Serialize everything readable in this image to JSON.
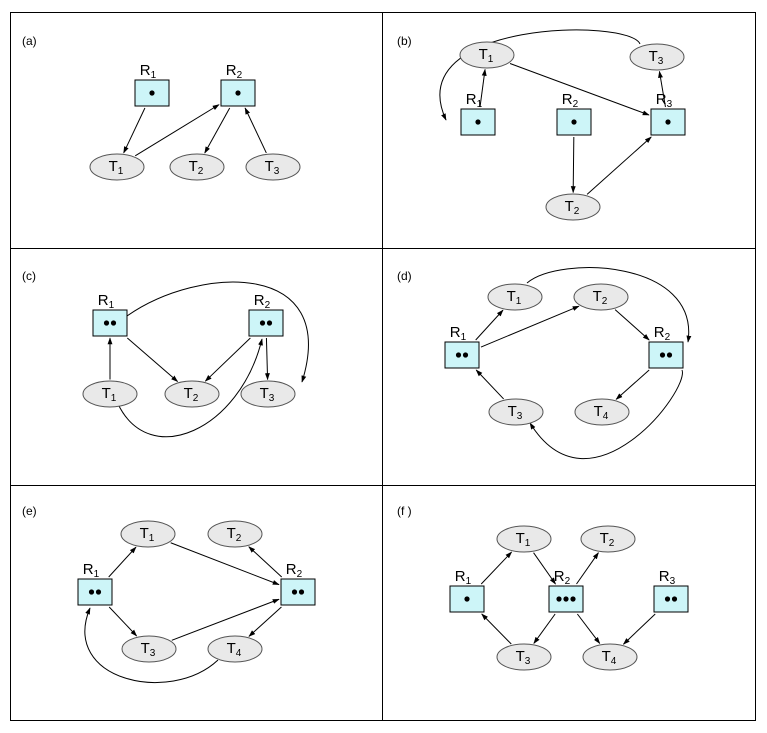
{
  "panels": [
    {
      "label": "(a)"
    },
    {
      "label": "(b)"
    },
    {
      "label": "(c)"
    },
    {
      "label": "(d)"
    },
    {
      "label": "(e)"
    },
    {
      "label": "(f )"
    }
  ],
  "nodes": {
    "a_R1": {
      "base": "R",
      "sub": "1",
      "instances": 1
    },
    "a_R2": {
      "base": "R",
      "sub": "2",
      "instances": 1
    },
    "a_T1": {
      "base": "T",
      "sub": "1"
    },
    "a_T2": {
      "base": "T",
      "sub": "2"
    },
    "a_T3": {
      "base": "T",
      "sub": "3"
    },
    "b_T1": {
      "base": "T",
      "sub": "1"
    },
    "b_T3": {
      "base": "T",
      "sub": "3"
    },
    "b_R1": {
      "base": "R",
      "sub": "1",
      "instances": 1
    },
    "b_R2": {
      "base": "R",
      "sub": "2",
      "instances": 1
    },
    "b_R3": {
      "base": "R",
      "sub": "3",
      "instances": 1
    },
    "b_T2": {
      "base": "T",
      "sub": "2"
    },
    "c_R1": {
      "base": "R",
      "sub": "1",
      "instances": 2
    },
    "c_R2": {
      "base": "R",
      "sub": "2",
      "instances": 2
    },
    "c_T1": {
      "base": "T",
      "sub": "1"
    },
    "c_T2": {
      "base": "T",
      "sub": "2"
    },
    "c_T3": {
      "base": "T",
      "sub": "3"
    },
    "d_T1": {
      "base": "T",
      "sub": "1"
    },
    "d_T2": {
      "base": "T",
      "sub": "2"
    },
    "d_R1": {
      "base": "R",
      "sub": "1",
      "instances": 2
    },
    "d_R2": {
      "base": "R",
      "sub": "2",
      "instances": 2
    },
    "d_T3": {
      "base": "T",
      "sub": "3"
    },
    "d_T4": {
      "base": "T",
      "sub": "4"
    },
    "e_T1": {
      "base": "T",
      "sub": "1"
    },
    "e_T2": {
      "base": "T",
      "sub": "2"
    },
    "e_R1": {
      "base": "R",
      "sub": "1",
      "instances": 2
    },
    "e_R2": {
      "base": "R",
      "sub": "2",
      "instances": 2
    },
    "e_T3": {
      "base": "T",
      "sub": "3"
    },
    "e_T4": {
      "base": "T",
      "sub": "4"
    },
    "f_T1": {
      "base": "T",
      "sub": "1"
    },
    "f_T2": {
      "base": "T",
      "sub": "2"
    },
    "f_R1": {
      "base": "R",
      "sub": "1",
      "instances": 1
    },
    "f_R2": {
      "base": "R",
      "sub": "2",
      "instances": 3
    },
    "f_R3": {
      "base": "R",
      "sub": "3",
      "instances": 2
    },
    "f_T3": {
      "base": "T",
      "sub": "3"
    },
    "f_T4": {
      "base": "T",
      "sub": "4"
    }
  },
  "edges": [
    {
      "from": "a_R1",
      "to": "a_T1"
    },
    {
      "from": "a_T1",
      "to": "a_R2"
    },
    {
      "from": "a_R2",
      "to": "a_T2"
    },
    {
      "from": "a_T3",
      "to": "a_R2"
    },
    {
      "from": "b_T3",
      "to": "b_R1"
    },
    {
      "from": "b_R1",
      "to": "b_T1"
    },
    {
      "from": "b_T1",
      "to": "b_R3"
    },
    {
      "from": "b_R3",
      "to": "b_T3"
    },
    {
      "from": "b_R2",
      "to": "b_T2"
    },
    {
      "from": "b_T2",
      "to": "b_R3"
    },
    {
      "from": "c_T1",
      "to": "c_R1"
    },
    {
      "from": "c_R1",
      "to": "c_T2"
    },
    {
      "from": "c_R1",
      "to": "c_T3"
    },
    {
      "from": "c_R2",
      "to": "c_T2"
    },
    {
      "from": "c_R2",
      "to": "c_T3"
    },
    {
      "from": "c_T1",
      "to": "c_R2"
    },
    {
      "from": "d_R1",
      "to": "d_T1"
    },
    {
      "from": "d_R1",
      "to": "d_T2"
    },
    {
      "from": "d_T1",
      "to": "d_R2"
    },
    {
      "from": "d_T2",
      "to": "d_R2"
    },
    {
      "from": "d_R2",
      "to": "d_T4"
    },
    {
      "from": "d_R2",
      "to": "d_T3"
    },
    {
      "from": "d_T3",
      "to": "d_R1"
    },
    {
      "from": "e_R1",
      "to": "e_T1"
    },
    {
      "from": "e_T1",
      "to": "e_R2"
    },
    {
      "from": "e_R2",
      "to": "e_T2"
    },
    {
      "from": "e_R1",
      "to": "e_T3"
    },
    {
      "from": "e_T3",
      "to": "e_R2"
    },
    {
      "from": "e_R2",
      "to": "e_T4"
    },
    {
      "from": "e_T4",
      "to": "e_R1"
    },
    {
      "from": "f_R1",
      "to": "f_T1"
    },
    {
      "from": "f_T1",
      "to": "f_R2"
    },
    {
      "from": "f_R2",
      "to": "f_T2"
    },
    {
      "from": "f_R2",
      "to": "f_T3"
    },
    {
      "from": "f_R2",
      "to": "f_T4"
    },
    {
      "from": "f_T3",
      "to": "f_R1"
    },
    {
      "from": "f_R3",
      "to": "f_T4"
    }
  ]
}
